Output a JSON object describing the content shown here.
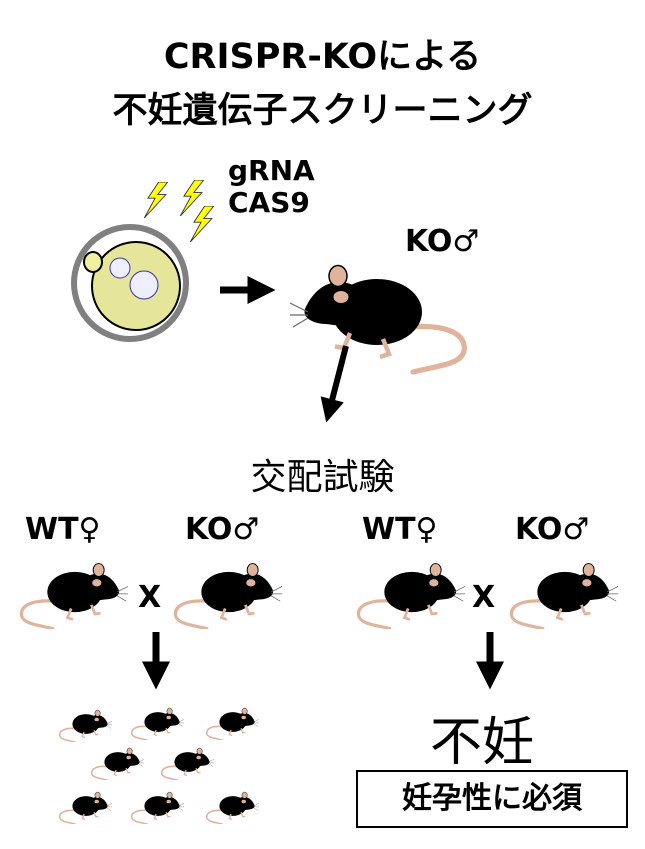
{
  "title": {
    "line1": "CRISPR-KOによる",
    "line2": "不妊遺伝子スクリーニング"
  },
  "injection": {
    "line1": "gRNA",
    "line2": "CAS9"
  },
  "founder_label": "KO♂",
  "mating_test": "交配試験",
  "left_cross": {
    "female": "WT♀",
    "male": "KO♂",
    "cross": "X"
  },
  "right_cross": {
    "female": "WT♀",
    "male": "KO♂",
    "cross": "X"
  },
  "result_infertile": "不妊",
  "conclusion": "妊孕性に必須",
  "colors": {
    "cell": "#e6e69a",
    "zona": "#808080",
    "bolt": "#ffff00",
    "mouse": "#000000",
    "skin": "#e0b49c"
  }
}
